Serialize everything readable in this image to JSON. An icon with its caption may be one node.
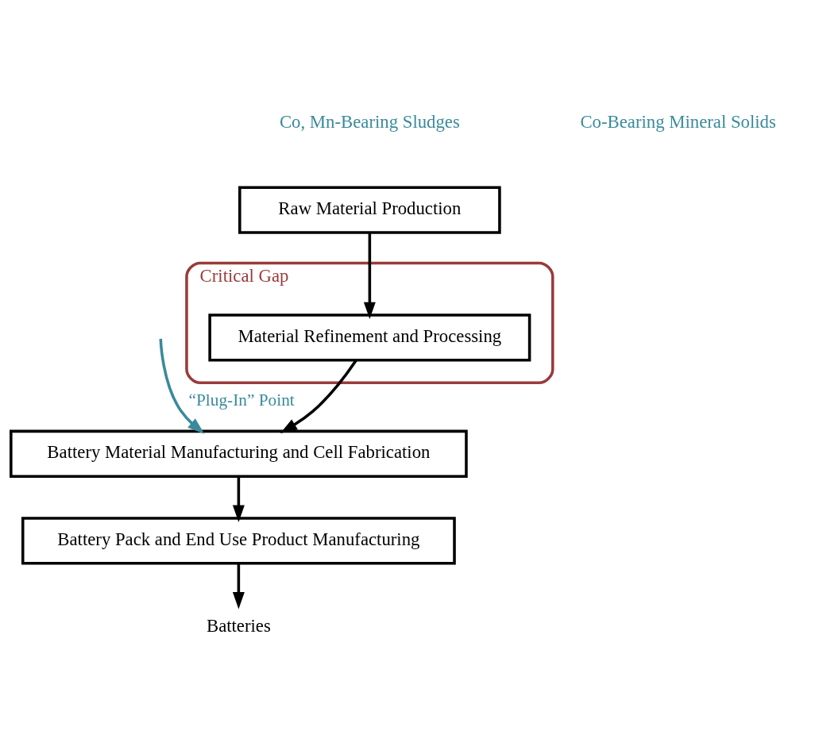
{
  "diagram": {
    "nodes": [
      {
        "text": [
          "Raw Material Production"
        ]
      },
      {
        "text": [
          "Critical Gap"
        ]
      },
      {
        "text": [
          "Material Refinement and Processing"
        ],
        "in": 1
      },
      {
        "text": [
          "Battery Material Manufacturing and Cell Fabrication"
        ]
      },
      {
        "text": [
          "Battery Pack and End Use Product Manufacturing"
        ]
      },
      {
        "text": [
          "Batteries"
        ]
      }
    ],
    "edges": [
      {
        "from": 0,
        "to": 2,
        "arrow": "to"
      },
      {
        "from": 2,
        "to": 3,
        "arrow": "to"
      },
      {
        "from": null,
        "to": 3,
        "arrow": "to",
        "label": "“Plug-In” Point",
        "color": "#3a8a9c"
      },
      {
        "from": 3,
        "to": 4,
        "arrow": "to"
      },
      {
        "from": 4,
        "to": 5,
        "arrow": "to"
      }
    ],
    "labels": [
      "Co, Mn-Bearing Sludges",
      "Co-Bearing Mineral Solids"
    ]
  }
}
